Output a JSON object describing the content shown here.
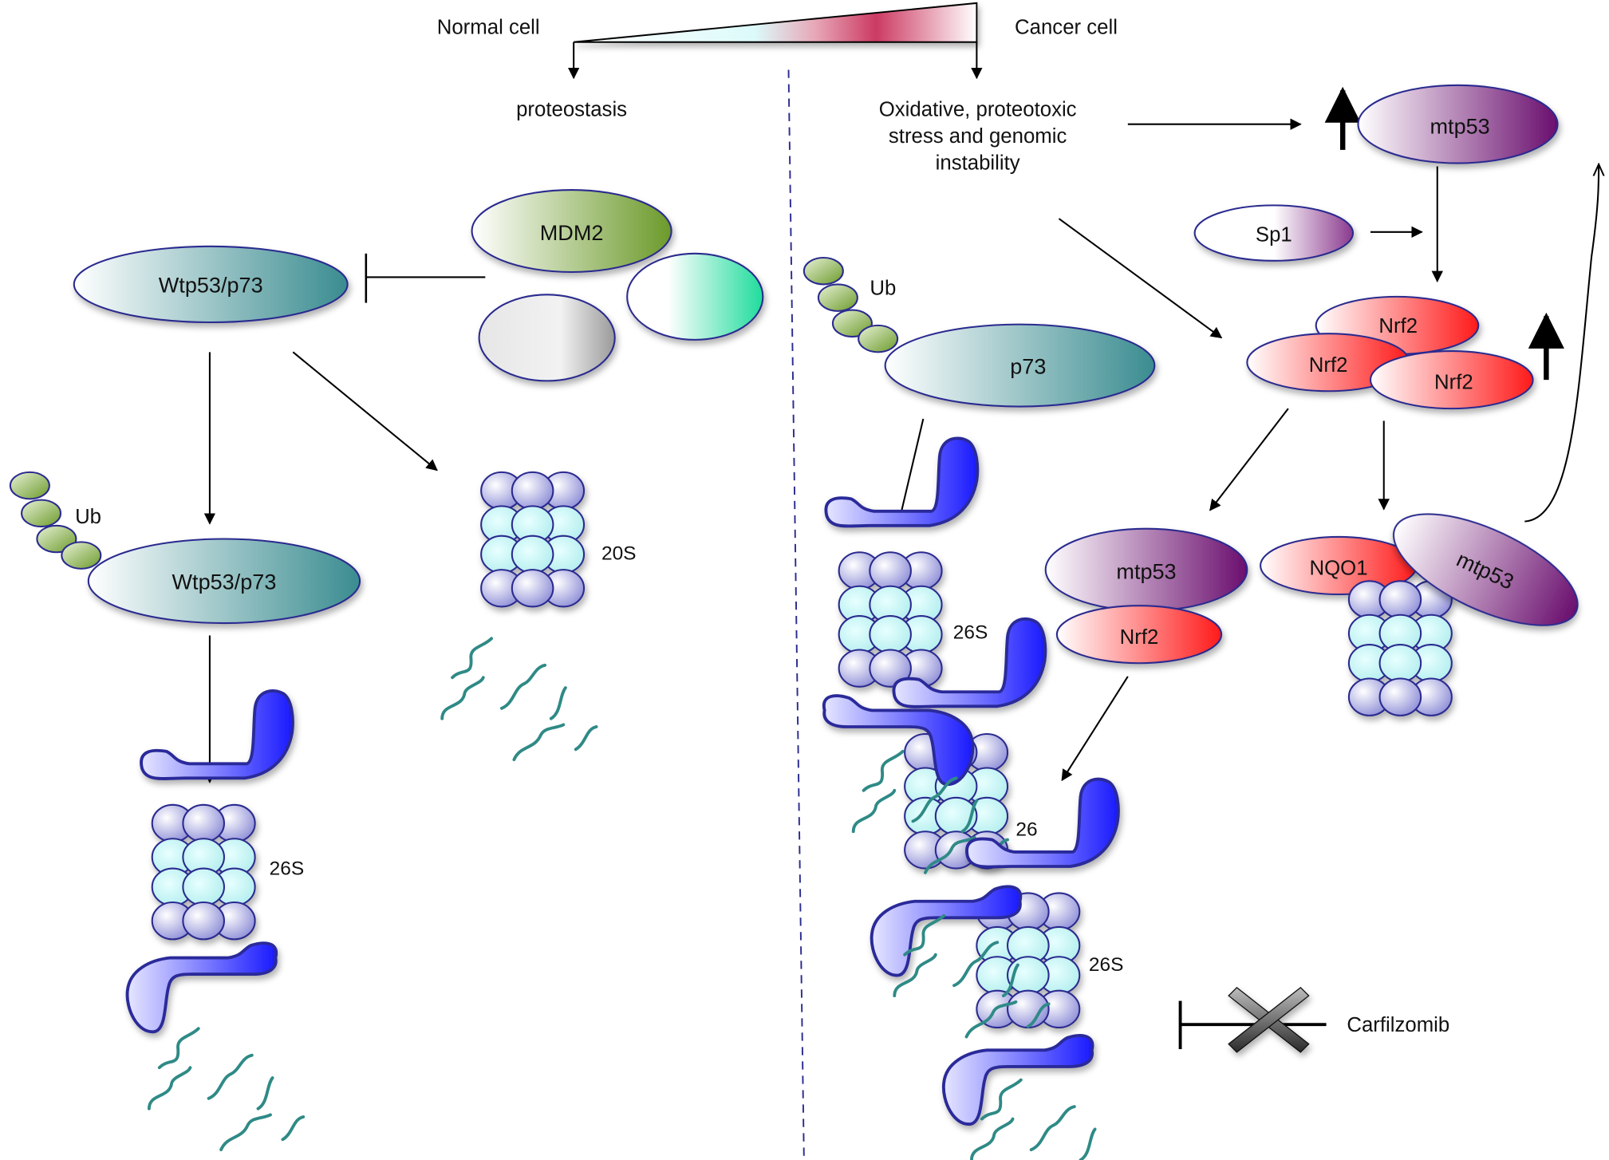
{
  "header": {
    "normal_cell": "Normal cell",
    "cancer_cell": "Cancer cell",
    "proteostasis": "proteostasis",
    "stress_line1": "Oxidative, proteotoxic",
    "stress_line2": "stress and genomic",
    "stress_line3": "instability"
  },
  "normal": {
    "wtp53_top": "Wtp53/p73",
    "mdm2": "MDM2",
    "ub": "Ub",
    "wtp53_ub": "Wtp53/p73",
    "label_20s": "20S",
    "label_26s": "26S"
  },
  "cancer": {
    "mtp53_top": "mtp53",
    "sp1": "Sp1",
    "nrf2_a": "Nrf2",
    "nrf2_b": "Nrf2",
    "nrf2_c": "Nrf2",
    "ub": "Ub",
    "p73": "p73",
    "label_26s_a": "26S",
    "mtp53_mid": "mtp53",
    "nrf2_mid": "Nrf2",
    "nqo1": "NQO1",
    "mtp53_tilt": "mtp53",
    "label_26_b": "26",
    "label_26s_c": "26S",
    "carfilzomib": "Carfilzomib"
  },
  "colors": {
    "teal": "#3a8c90",
    "green": "#6c9a2a",
    "purple": "#6a0e6e",
    "red": "#ff1a1a",
    "proteasome_blue": "#1a1aff",
    "cyan_ring": "#c8fafa",
    "divider": "#2b2b8f"
  }
}
